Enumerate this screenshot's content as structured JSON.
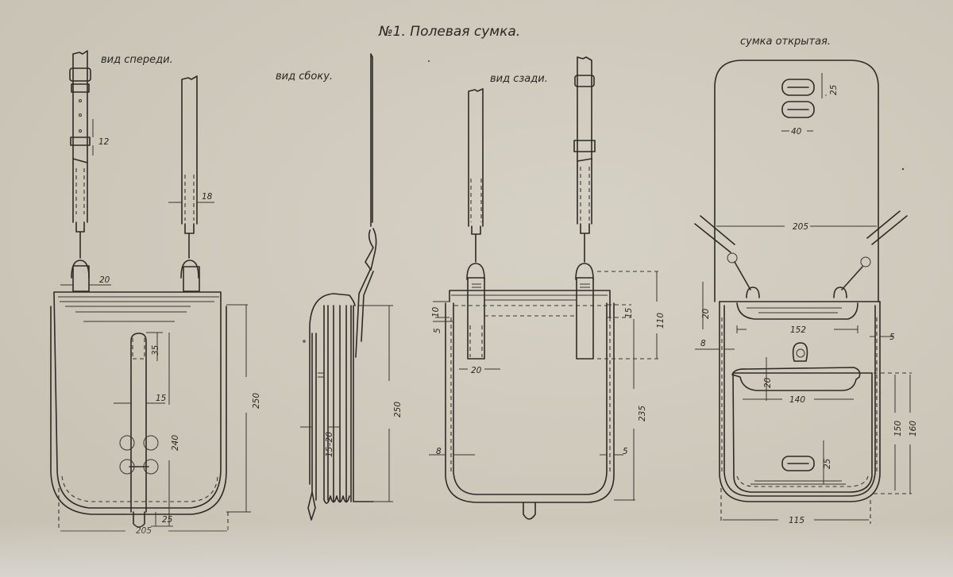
{
  "title": "№1. Полевая сумка.",
  "views": {
    "front": "вид спереди.",
    "side": "вид сбоку.",
    "back": "вид сзади.",
    "open": "сумка открытая."
  },
  "dimensions": {
    "front": {
      "strap_hole_spacing": "12",
      "strap_width": "18",
      "tab_width": "20",
      "closure_top": "35",
      "closure_width": "15",
      "closure_length": "240",
      "height": "250",
      "closure_overhang": "25",
      "width": "205"
    },
    "side": {
      "height": "250",
      "gusset": "15–20"
    },
    "back": {
      "top_10": "10",
      "top_5": "5",
      "strap_width": "20",
      "loop_15": "15",
      "loop_height": "110",
      "height": "235",
      "margin_left": "8",
      "margin_right": "5"
    },
    "open": {
      "slot_height": "25",
      "slot_width": "40",
      "flap_width": "205",
      "top_20": "20",
      "pocket_top_width": "152",
      "margin_left": "8",
      "margin_right": "5",
      "pocket_flap_20": "20",
      "pocket_width": "140",
      "pocket_150": "150",
      "pocket_160": "160",
      "lower_slot_25": "25",
      "base_width": "115"
    }
  },
  "colors": {
    "paper": "#cfcabe",
    "ink": "#2e2a25"
  }
}
